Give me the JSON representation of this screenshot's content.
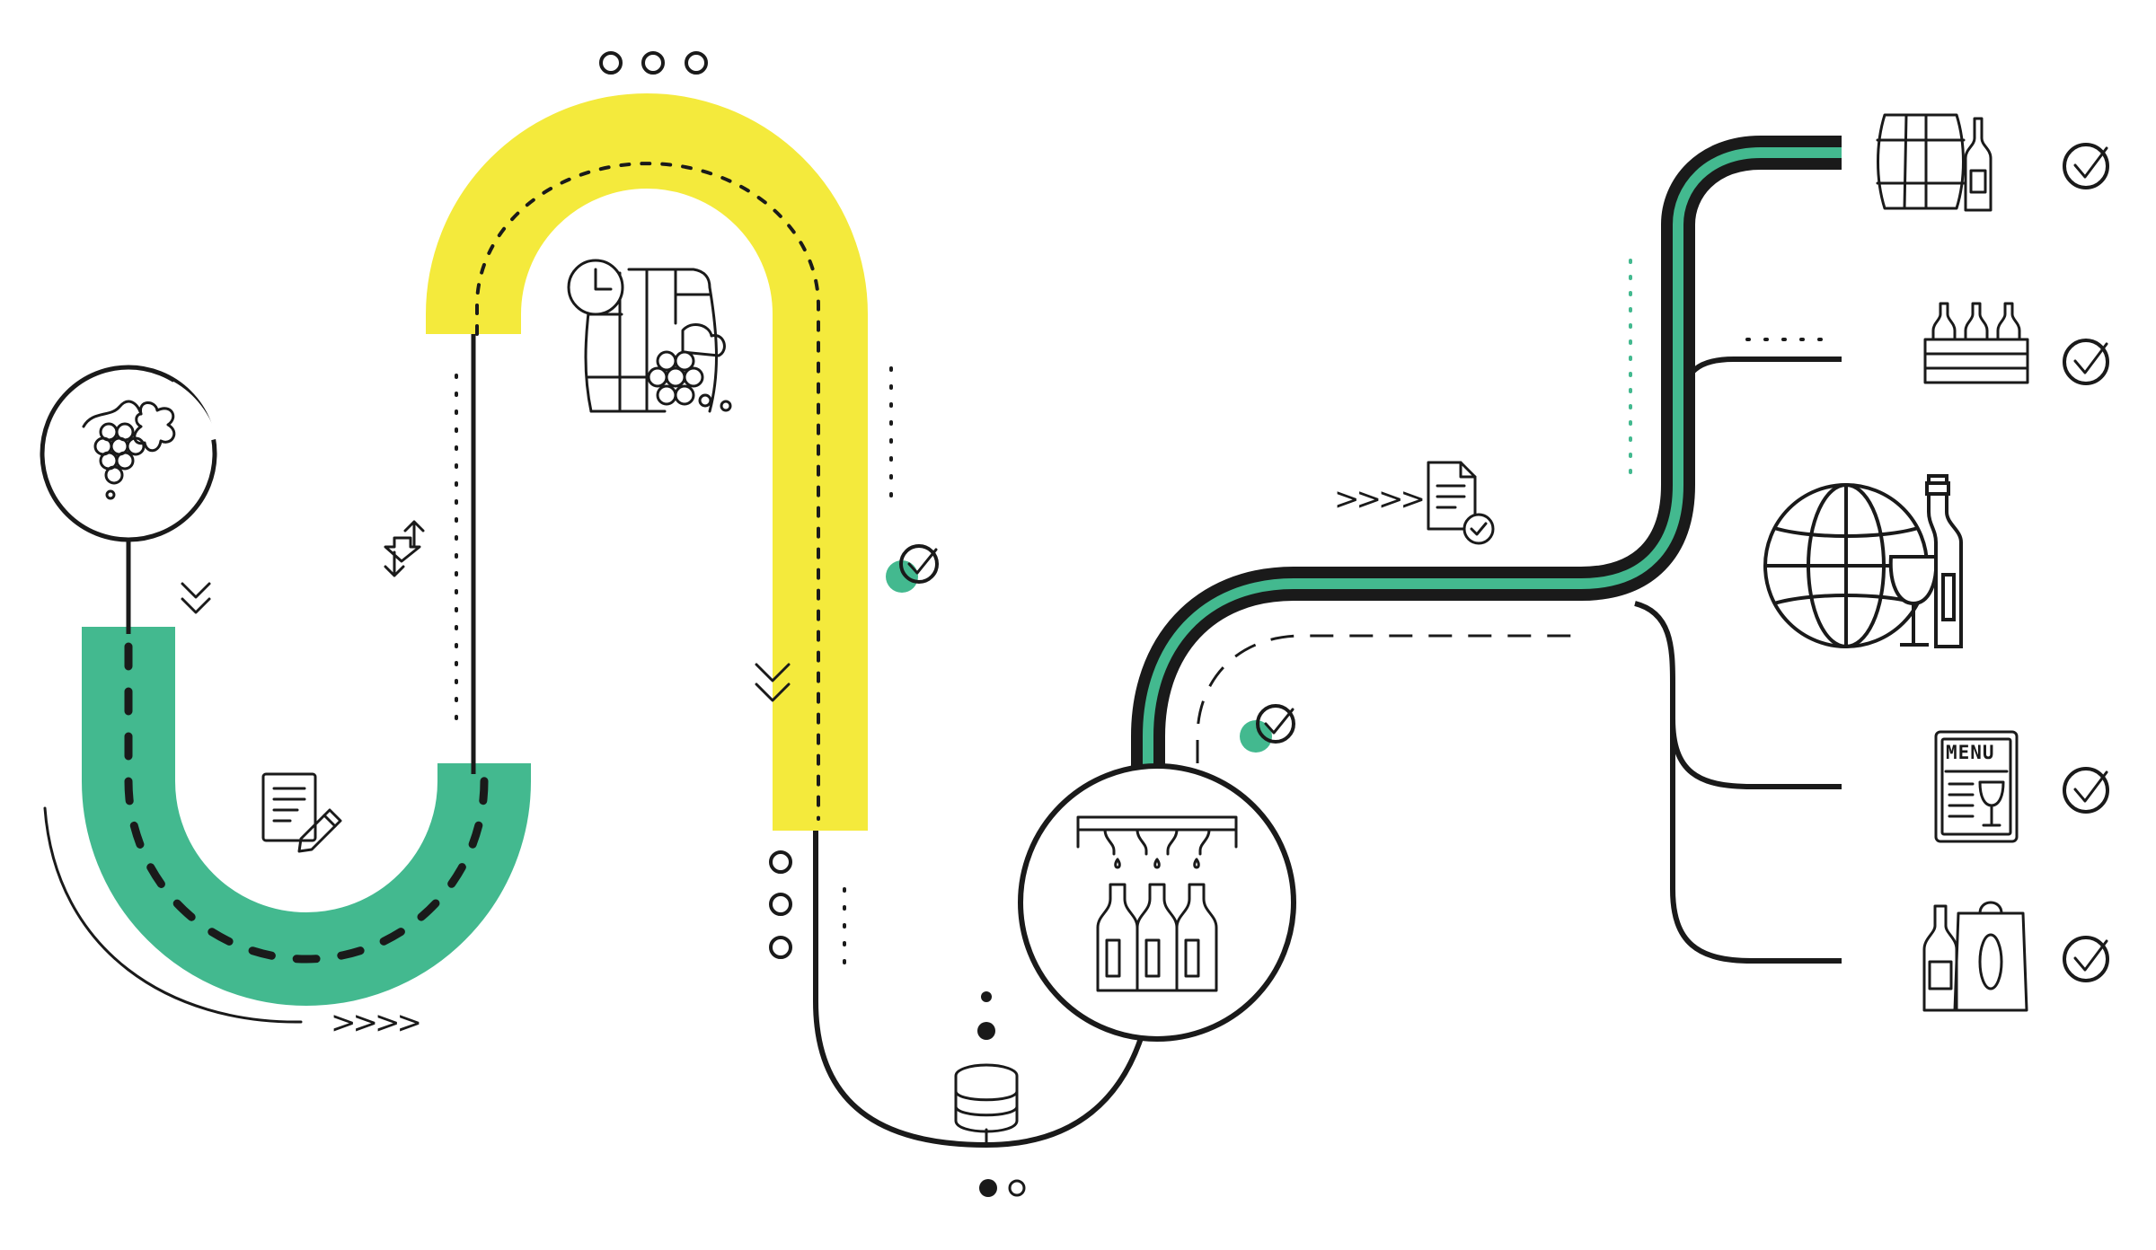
{
  "colors": {
    "green": "#43b98f",
    "yellow": "#f4ea3c",
    "ink": "#1a1a1a",
    "background": "#ffffff"
  },
  "diagram": {
    "steps": [
      {
        "id": "harvest",
        "icon": "grapes-icon"
      },
      {
        "id": "registration",
        "icon": "document-edit-icon"
      },
      {
        "id": "transfer",
        "icon": "swap-arrows-icon"
      },
      {
        "id": "aging",
        "icon": "clock-barrel-grapes-icon"
      },
      {
        "id": "aging-check",
        "icon": "check-circle-icon"
      },
      {
        "id": "storage",
        "icon": "database-icon"
      },
      {
        "id": "bottling",
        "icon": "bottling-line-icon"
      },
      {
        "id": "bottling-check",
        "icon": "check-circle-icon"
      },
      {
        "id": "certification",
        "icon": "document-check-icon"
      }
    ],
    "destinations": [
      {
        "id": "cellar",
        "icon": "barrel-bottle-icon",
        "checked": true
      },
      {
        "id": "wholesale",
        "icon": "bottle-crate-icon",
        "checked": true
      },
      {
        "id": "export",
        "icon": "globe-wine-icon",
        "checked": false
      },
      {
        "id": "restaurant",
        "icon": "menu-card-icon",
        "checked": true
      },
      {
        "id": "retail",
        "icon": "shopping-bag-bottle-icon",
        "checked": true
      }
    ],
    "menu_label": "MENU"
  }
}
